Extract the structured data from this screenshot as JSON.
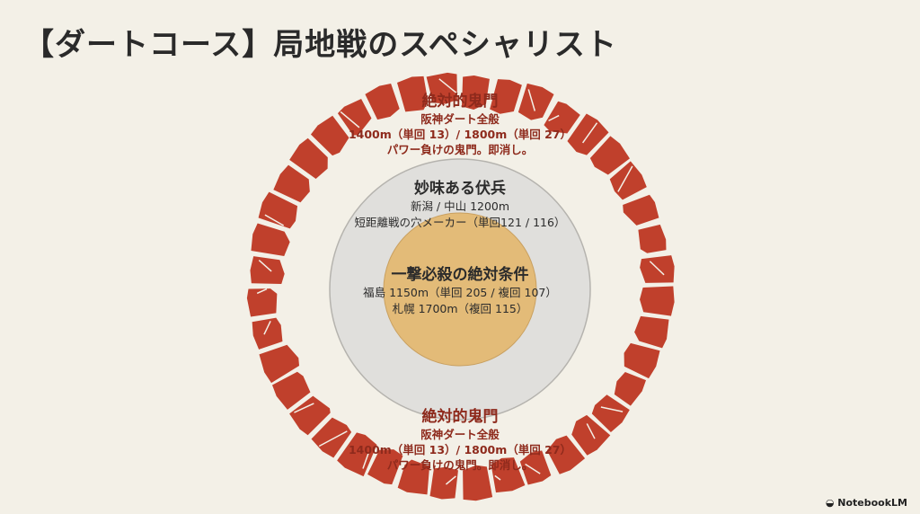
{
  "title": "【ダートコース】局地戦のスペシャリスト",
  "outer_top": {
    "heading": "絶対的鬼門",
    "lines": [
      "阪神ダート全般",
      "1400m（単回 13）/ 1800m（単回 27）",
      "パワー負けの鬼門。即消し。"
    ]
  },
  "outer_bottom": {
    "heading": "絶対的鬼門",
    "lines": [
      "阪神ダート全般",
      "1400m（単回 13）/ 1800m（単回 27）",
      "パワー負けの鬼門。即消し。"
    ]
  },
  "middle": {
    "heading": "妙味ある伏兵",
    "lines": [
      "新潟 / 中山 1200m",
      "短距離戦の穴メーカー（単回121 / 116）"
    ]
  },
  "core": {
    "heading": "一撃必殺の絶対条件",
    "lines": [
      "福島 1150m（単回 205 / 複回 107）",
      "札幌 1700m（複回 115）"
    ]
  },
  "colors": {
    "ring": "#c0402c",
    "middle": "#e0dfdc",
    "core": "#e3bb78",
    "background": "#f3f0e7"
  },
  "brand": "NotebookLM"
}
